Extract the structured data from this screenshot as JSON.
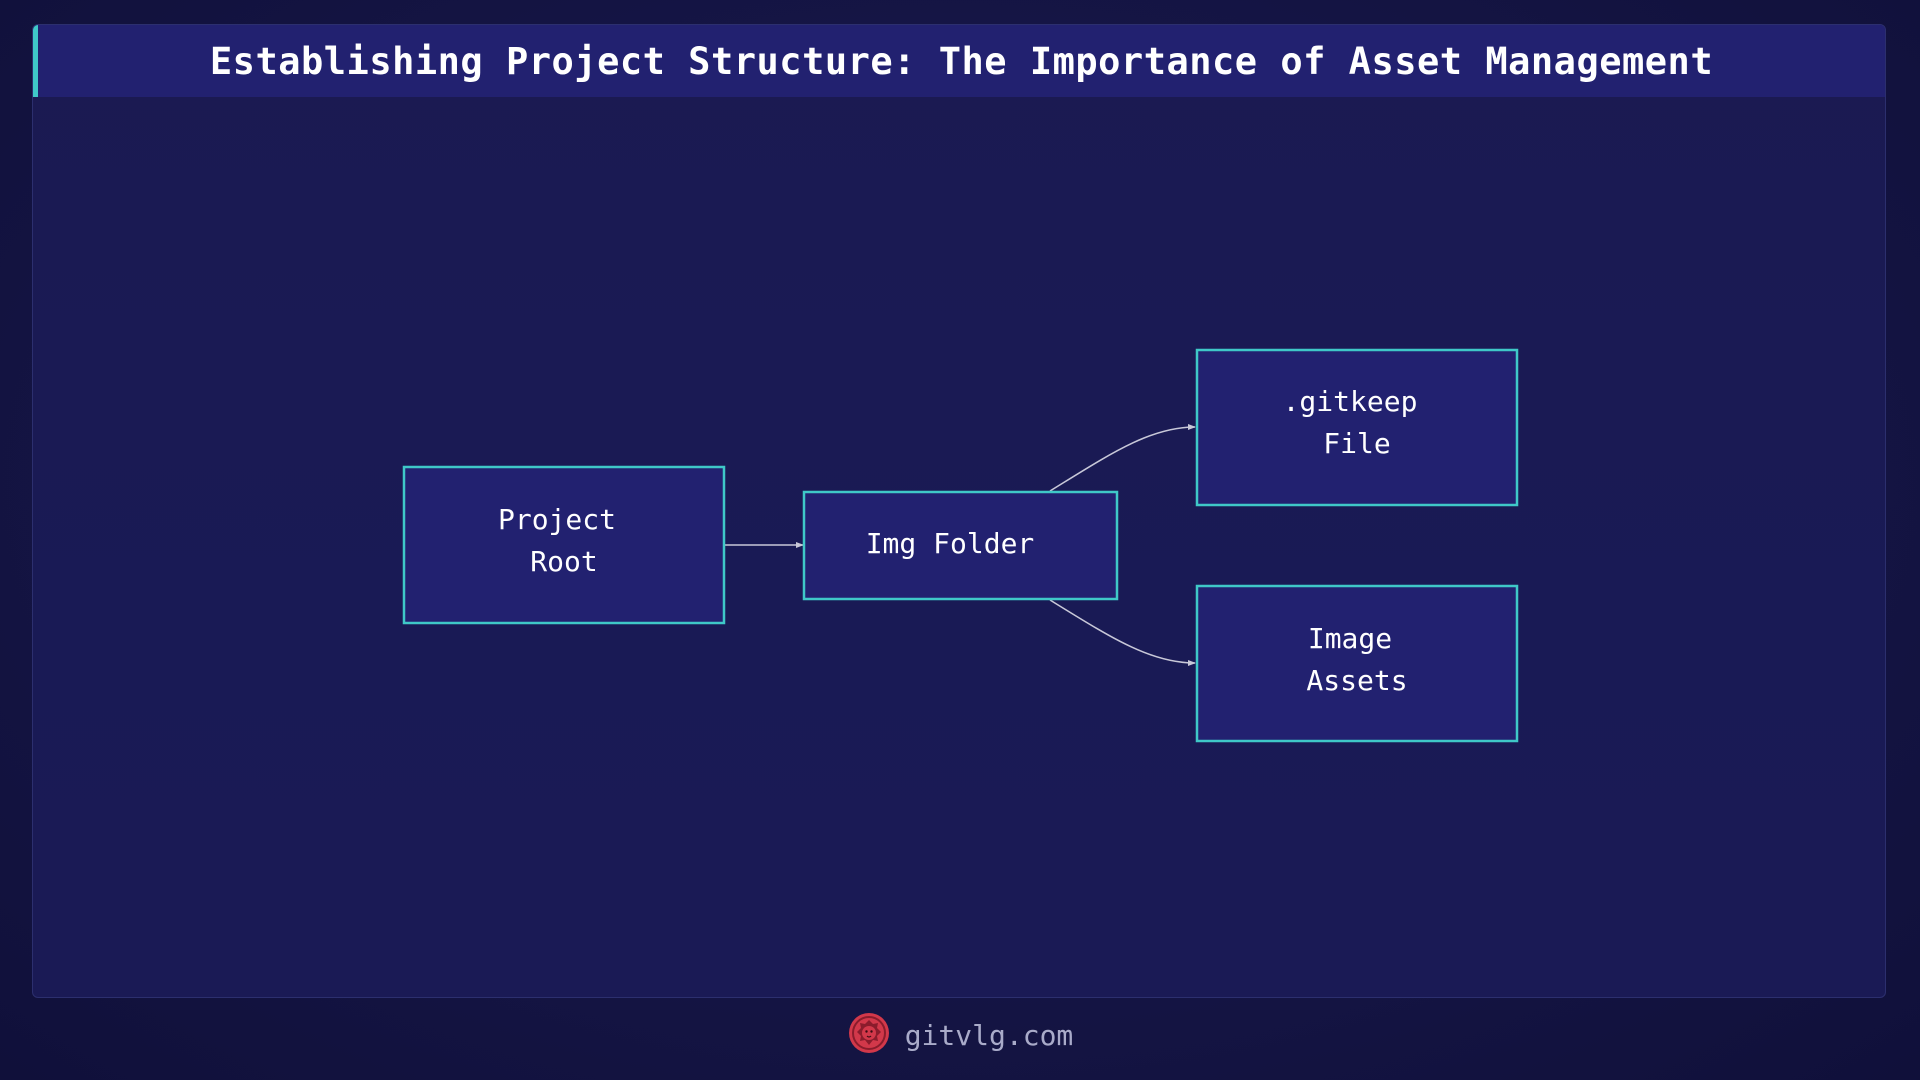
{
  "header": {
    "title": "Establishing Project Structure: The Importance of Asset Management"
  },
  "diagram": {
    "nodes": [
      {
        "id": "project-root",
        "lines": [
          "Project",
          "Root"
        ]
      },
      {
        "id": "img-folder",
        "lines": [
          "Img Folder"
        ]
      },
      {
        "id": "gitkeep-file",
        "lines": [
          ".gitkeep",
          "File"
        ]
      },
      {
        "id": "image-assets",
        "lines": [
          "Image",
          "Assets"
        ]
      }
    ],
    "edges": [
      {
        "from": "project-root",
        "to": "img-folder"
      },
      {
        "from": "img-folder",
        "to": "gitkeep-file"
      },
      {
        "from": "img-folder",
        "to": "image-assets"
      }
    ]
  },
  "footer": {
    "site": "gitvlg.com",
    "logo_icon": "lion-icon"
  },
  "colors": {
    "background": "#161648",
    "title_bar": "#222170",
    "accent": "#3fc8c8",
    "node_fill": "#222170",
    "node_border": "#3fc8c8",
    "edge": "#c8c8d8",
    "logo": "#d2384a"
  }
}
